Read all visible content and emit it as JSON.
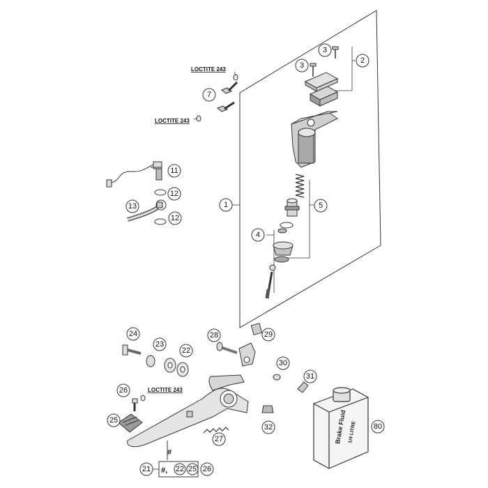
{
  "callouts": {
    "c1": "1",
    "c2": "2",
    "c3a": "3",
    "c3b": "3",
    "c4": "4",
    "c5": "5",
    "c7": "7",
    "c11": "11",
    "c12a": "12",
    "c12b": "12",
    "c13": "13",
    "c21": "21",
    "c22a": "22",
    "c22b": "22",
    "c23": "23",
    "c24": "24",
    "c25a": "25",
    "c25b": "25",
    "c26a": "26",
    "c26b": "26",
    "c27": "27",
    "c28": "28",
    "c29": "29",
    "c30": "30",
    "c31": "31",
    "c32": "32",
    "c80": "80"
  },
  "labels": {
    "loctite_top": "LOCTITE 243",
    "loctite_mid": "LOCTITE 243",
    "loctite_pedal": "LOCTITE 243",
    "hash_mark": "#",
    "hash_comma": "#,"
  },
  "can": {
    "line1": "Brake Fluid",
    "line2": "1/4 LITRE"
  }
}
